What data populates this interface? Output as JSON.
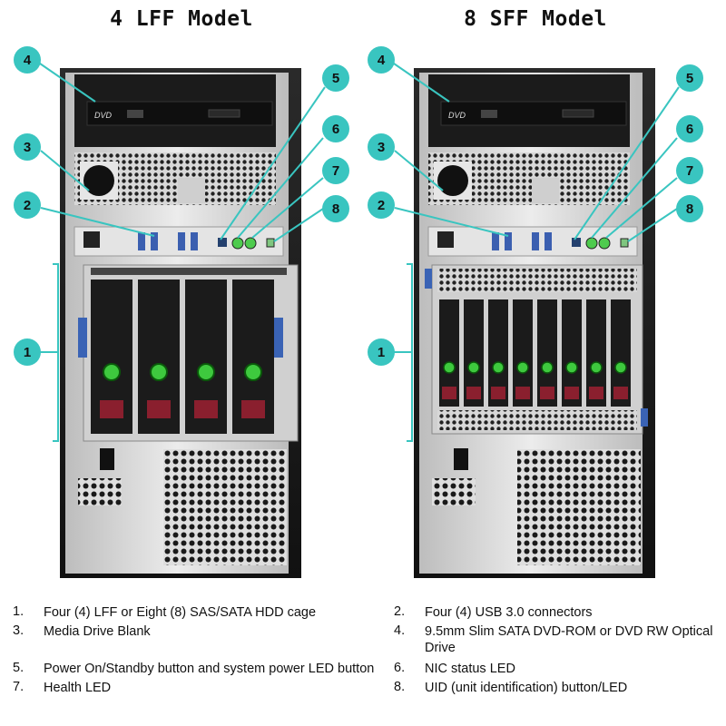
{
  "titles": {
    "left": "4 LFF Model",
    "right": "8 SFF Model"
  },
  "callouts": {
    "c1": "1",
    "c2": "2",
    "c3": "3",
    "c4": "4",
    "c5": "5",
    "c6": "6",
    "c7": "7",
    "c8": "8"
  },
  "colors": {
    "callout": "#39c5c0",
    "chassis": "#1c1c1c",
    "drive_led": "#3ec93e",
    "drive_tag": "#8a1f2e"
  },
  "legend": [
    {
      "num": "1.",
      "text": "Four (4) LFF or Eight (8) SAS/SATA HDD cage"
    },
    {
      "num": "2.",
      "text": "Four (4) USB 3.0 connectors"
    },
    {
      "num": "3.",
      "text": "Media Drive Blank"
    },
    {
      "num": "4.",
      "text": "9.5mm Slim SATA DVD-ROM or DVD RW Optical Drive"
    },
    {
      "num": "5.",
      "text": "Power On/Standby button and system power LED button"
    },
    {
      "num": "6.",
      "text": "NIC status LED"
    },
    {
      "num": "7.",
      "text": "Health LED"
    },
    {
      "num": "8.",
      "text": "UID (unit identification) button/LED"
    }
  ]
}
